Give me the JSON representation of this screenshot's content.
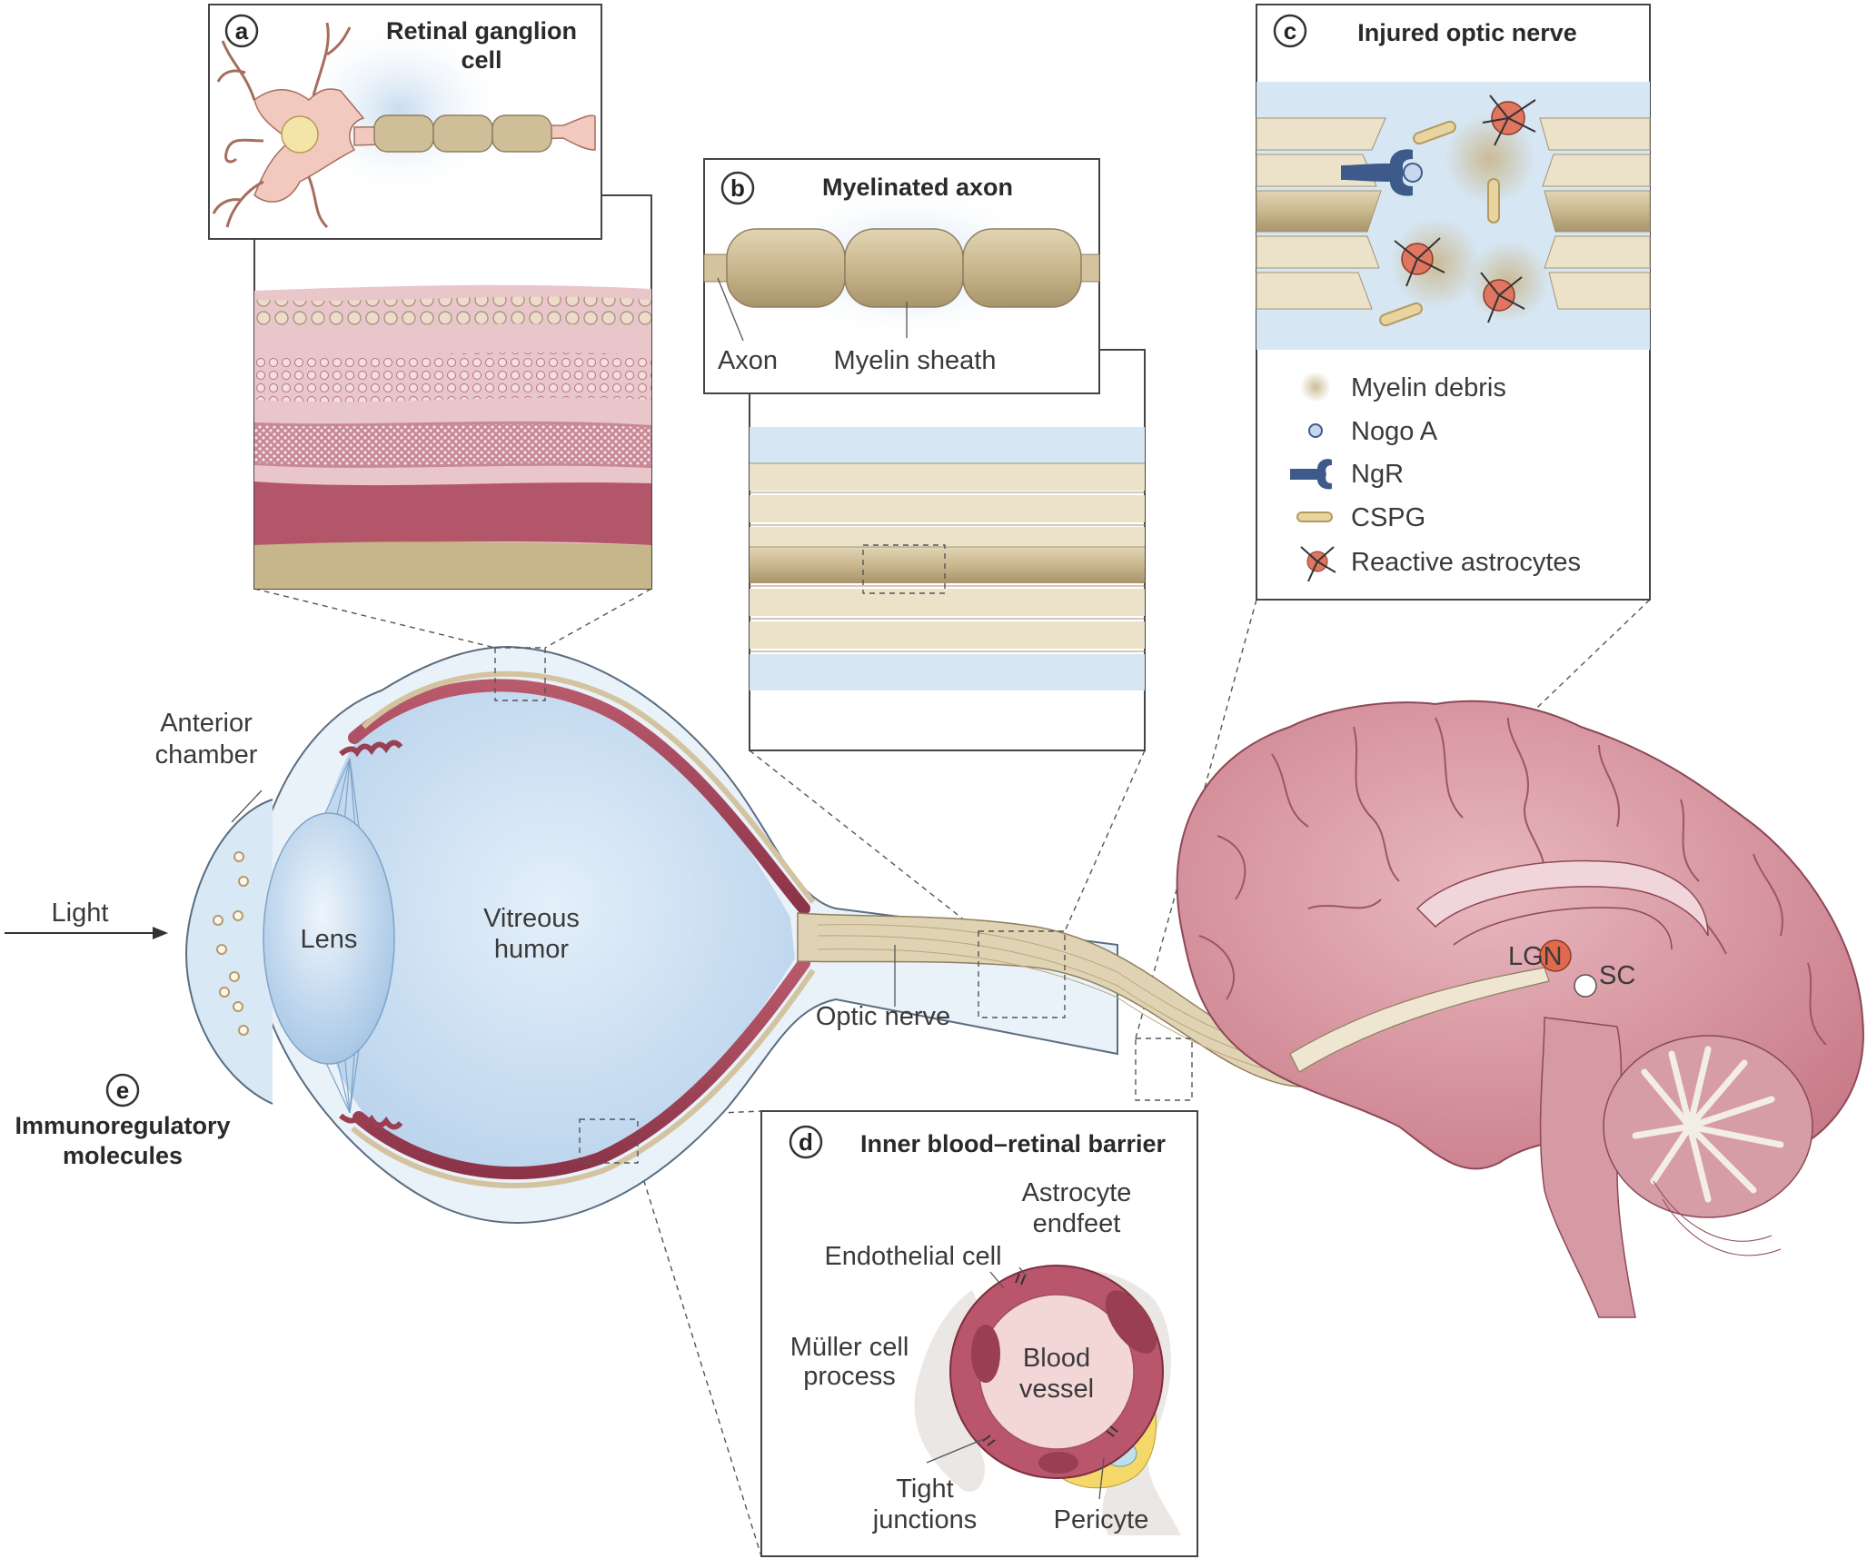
{
  "panels": {
    "a": {
      "badge": "a",
      "title_line1": "Retinal ganglion",
      "title_line2": "cell"
    },
    "b": {
      "badge": "b",
      "title": "Myelinated axon",
      "label_axon": "Axon",
      "label_sheath": "Myelin sheath"
    },
    "c": {
      "badge": "c",
      "title": "Injured optic nerve",
      "legend": [
        "Myelin debris",
        "Nogo A",
        "NgR",
        "CSPG",
        "Reactive astrocytes"
      ]
    },
    "d": {
      "badge": "d",
      "title": "Inner blood–retinal barrier",
      "astrocyte_line1": "Astrocyte",
      "astrocyte_line2": "endfeet",
      "endothelial": "Endothelial cell",
      "muller_line1": "Müller cell",
      "muller_line2": "process",
      "vessel_line1": "Blood",
      "vessel_line2": "vessel",
      "tight_line1": "Tight",
      "tight_line2": "junctions",
      "pericyte": "Pericyte"
    },
    "e": {
      "badge": "e",
      "line1": "Immunoregulatory",
      "line2": "molecules"
    }
  },
  "eye": {
    "light": "Light",
    "anterior_line1": "Anterior",
    "anterior_line2": "chamber",
    "lens": "Lens",
    "vitreous_line1": "Vitreous",
    "vitreous_line2": "humor",
    "optic_nerve": "Optic nerve"
  },
  "brain": {
    "lgn": "LGN",
    "sc": "SC"
  },
  "colors": {
    "vitreous": "#cfe3f3",
    "retina": "#a8485c",
    "myelin": "#cdbd98",
    "brain": "#d99aa4",
    "astrocyte": "#e07560",
    "ngr": "#3d5a8a"
  }
}
